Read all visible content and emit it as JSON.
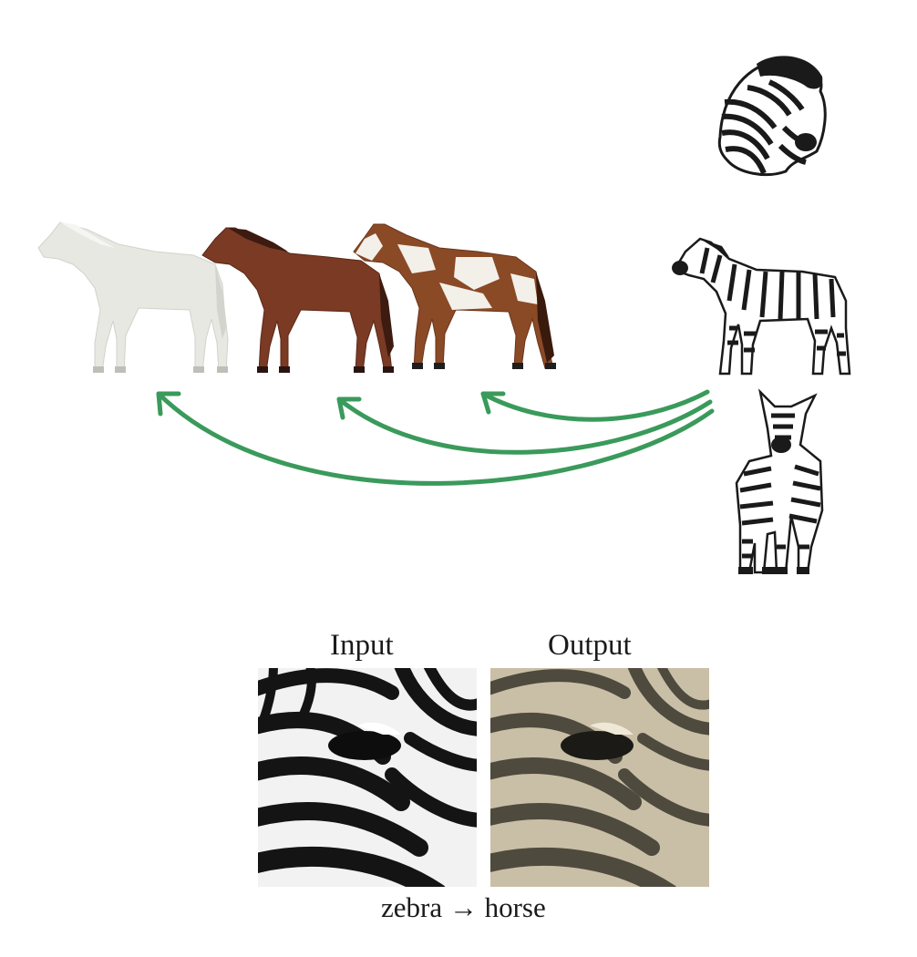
{
  "horses": [
    {
      "name": "white-horse",
      "body": "#e9e9e4",
      "shade": "#cfcfca",
      "mane": "#f4f4f0",
      "hoof": "#bdbdb8"
    },
    {
      "name": "bay-horse",
      "body": "#7a3a24",
      "shade": "#5c2a18",
      "mane": "#3d1b10",
      "hoof": "#2a1410"
    },
    {
      "name": "pinto-horse",
      "body": "#8a4a26",
      "shade": "#6b3419",
      "mane": "#4a2412",
      "hoof": "#1e1e1e",
      "patch": "#f3f0ea"
    }
  ],
  "zebras": [
    {
      "name": "zebra-head-icon"
    },
    {
      "name": "zebra-side-icon"
    },
    {
      "name": "zebra-front-icon"
    }
  ],
  "arrows": {
    "color": "#3a9a5b",
    "count": 3
  },
  "comparison": {
    "input_label": "Input",
    "output_label": "Output",
    "caption": "zebra → horse"
  }
}
